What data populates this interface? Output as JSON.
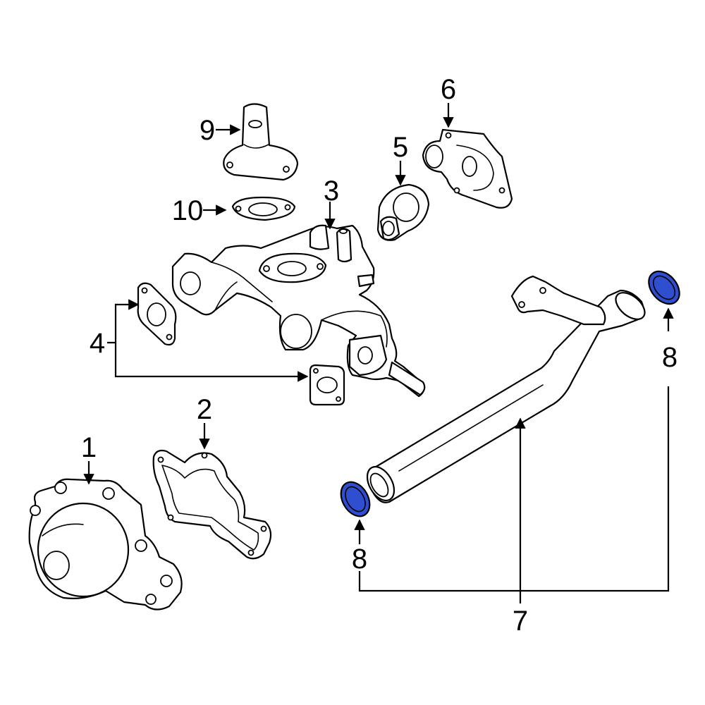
{
  "callouts": {
    "c1": "1",
    "c2": "2",
    "c3": "3",
    "c4": "4",
    "c5": "5",
    "c6": "6",
    "c7": "7",
    "c8_left": "8",
    "c8_right": "8",
    "c9": "9",
    "c10": "10"
  },
  "colors": {
    "highlight": "#2f4fd0",
    "line": "#000000",
    "background": "#ffffff"
  }
}
